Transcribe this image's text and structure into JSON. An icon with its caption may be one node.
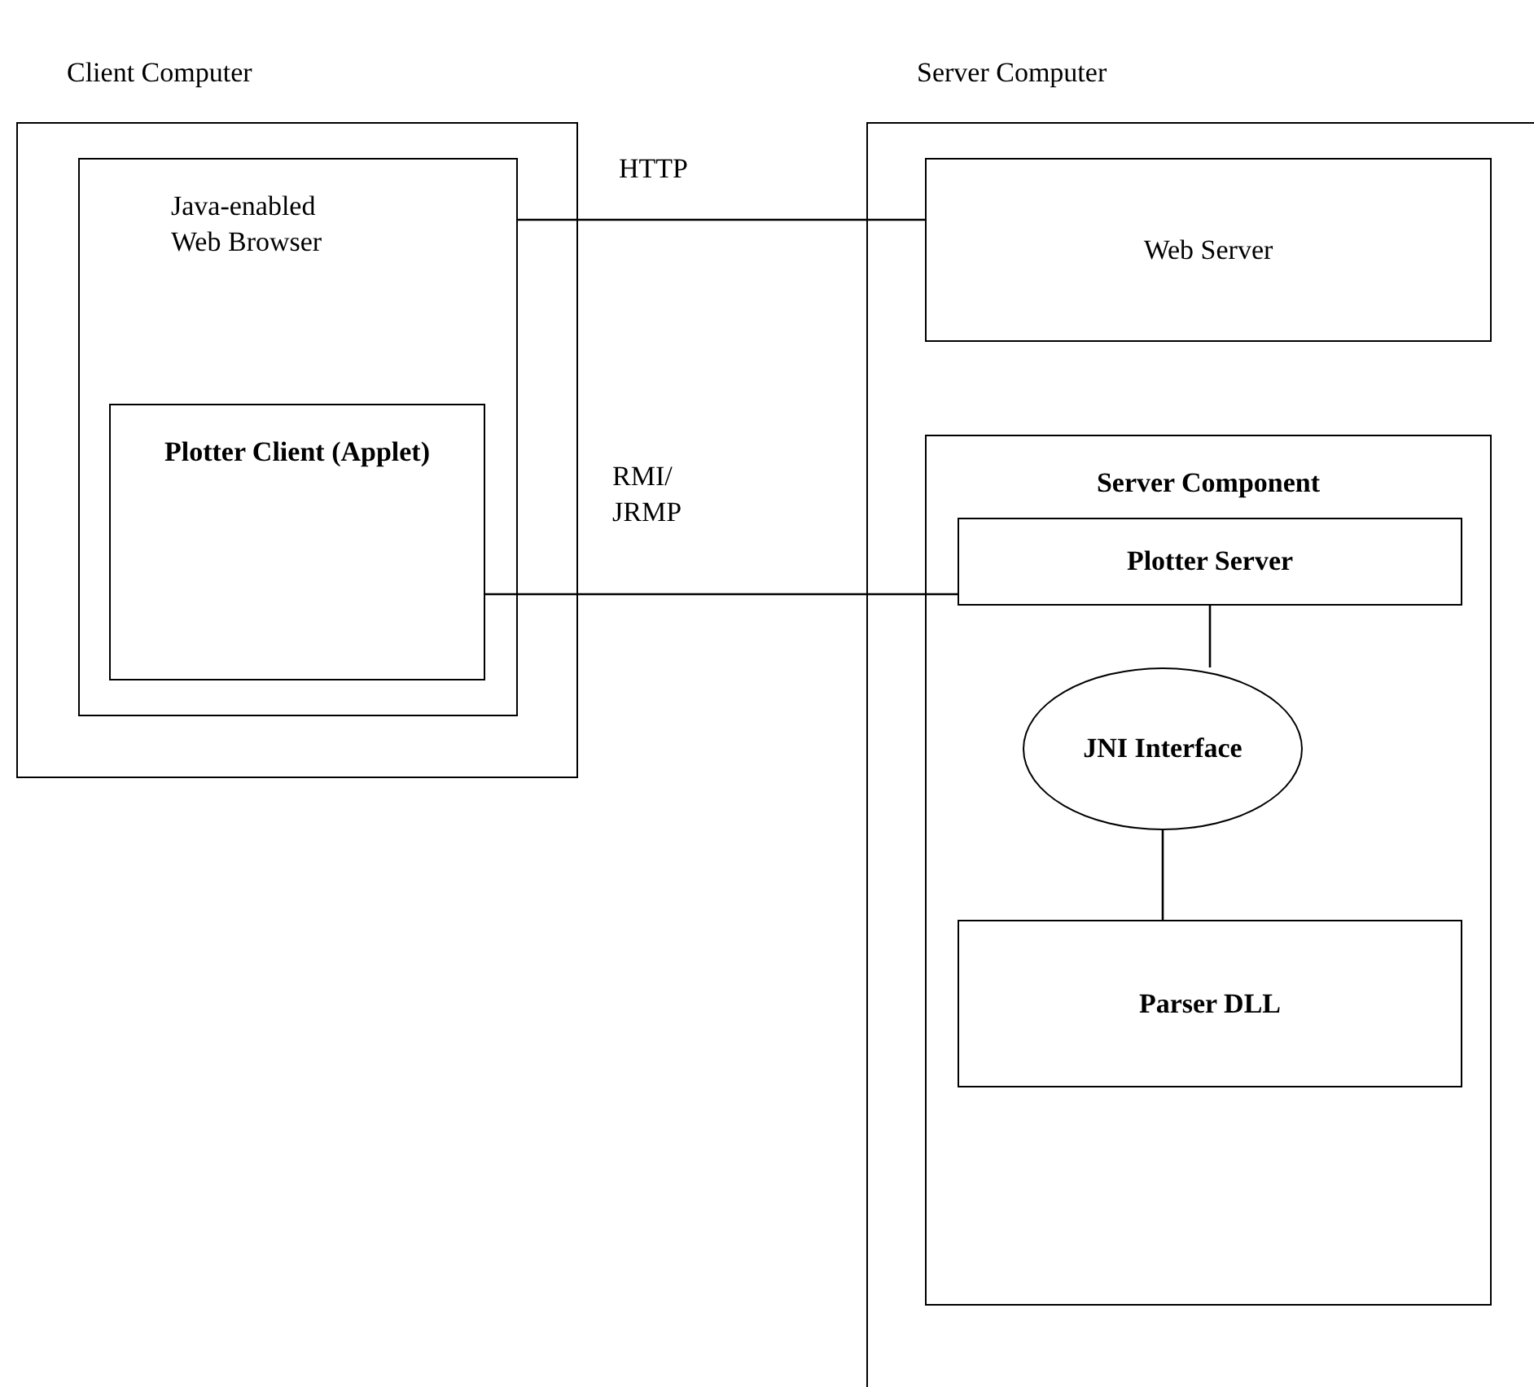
{
  "diagram": {
    "nodes": [
      {
        "text": [
          "Client Computer"
        ]
      },
      {
        "text": [
          "Java-enabled Web Browser"
        ],
        "in": 0
      },
      {
        "text": [
          "Plotter Client (Applet)"
        ],
        "in": 1
      },
      {
        "text": [
          "Server Computer"
        ]
      },
      {
        "text": [
          "Web Server"
        ],
        "in": 3
      },
      {
        "text": [
          "Server Component"
        ],
        "in": 3
      },
      {
        "text": [
          "Plotter Server"
        ],
        "in": 5
      },
      {
        "text": [
          "JNI Interface"
        ],
        "in": 5
      },
      {
        "text": [
          "Parser DLL"
        ],
        "in": 5
      }
    ],
    "edges": [
      {
        "from": 1,
        "to": 4,
        "arrow": "none",
        "label": "HTTP"
      },
      {
        "from": 2,
        "to": 6,
        "arrow": "none",
        "label": "RMI/ JRMP"
      },
      {
        "from": 6,
        "to": 7,
        "arrow": "none"
      },
      {
        "from": 7,
        "to": 8,
        "arrow": "none"
      }
    ]
  }
}
